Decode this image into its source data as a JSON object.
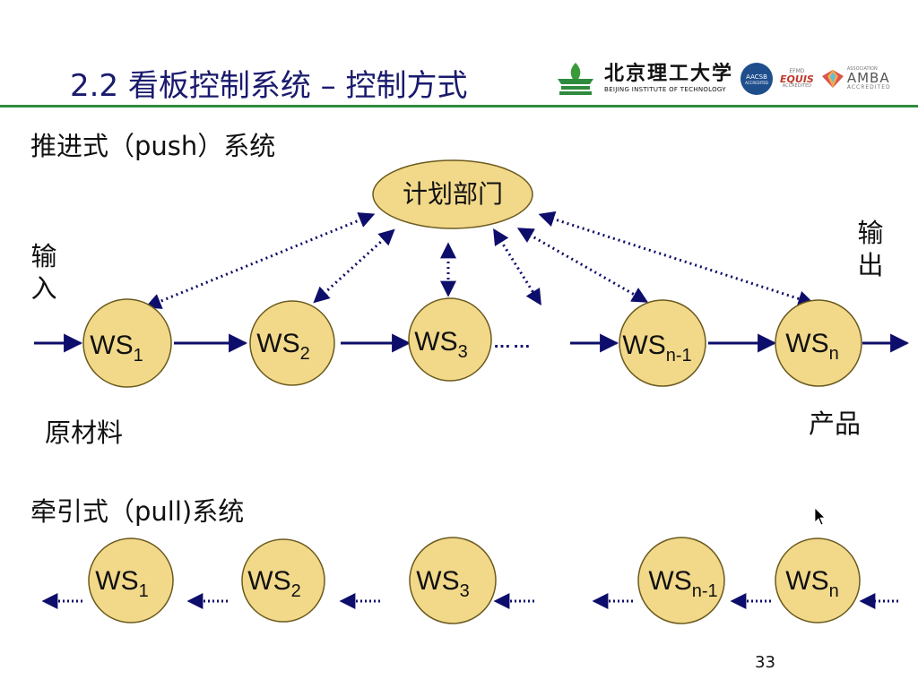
{
  "slide": {
    "title": "2.2 看板控制系统 – 控制方式",
    "page_number": "33",
    "accent_color": "#2e8b3e",
    "title_color": "#1a1a6e"
  },
  "logos": {
    "bit_cn": "北京理工大学",
    "bit_en": "BEIJING INSTITUTE OF TECHNOLOGY",
    "aacsb_text": "AACSB",
    "aacsb_sub": "ACCREDITED",
    "equis_top": "EFMD",
    "equis_main": "EQUIS",
    "equis_sub": "ACCREDITED",
    "amba_top": "ASSOCIATION",
    "amba_main": "AMBA",
    "amba_sub": "ACCREDITED"
  },
  "push": {
    "heading": "推进式（push）系统",
    "planning_dept": "计划部门",
    "input_label": "输入",
    "output_label": "输出",
    "raw_material": "原材料",
    "product": "产品",
    "stations": [
      {
        "base": "WS",
        "sub": "1"
      },
      {
        "base": "WS",
        "sub": "2"
      },
      {
        "base": "WS",
        "sub": "3"
      },
      {
        "base": "WS",
        "sub": "n-1"
      },
      {
        "base": "WS",
        "sub": "n"
      }
    ],
    "ellipsis": "……"
  },
  "pull": {
    "heading": "牵引式（pull)系统",
    "stations": [
      {
        "base": "WS",
        "sub": "1"
      },
      {
        "base": "WS",
        "sub": "2"
      },
      {
        "base": "WS",
        "sub": "3"
      },
      {
        "base": "WS",
        "sub": "n-1"
      },
      {
        "base": "WS",
        "sub": "n"
      }
    ]
  },
  "colors": {
    "node_fill": "#f2d98a",
    "node_stroke": "#6b5a1e",
    "arrow": "#0d0d6b"
  }
}
